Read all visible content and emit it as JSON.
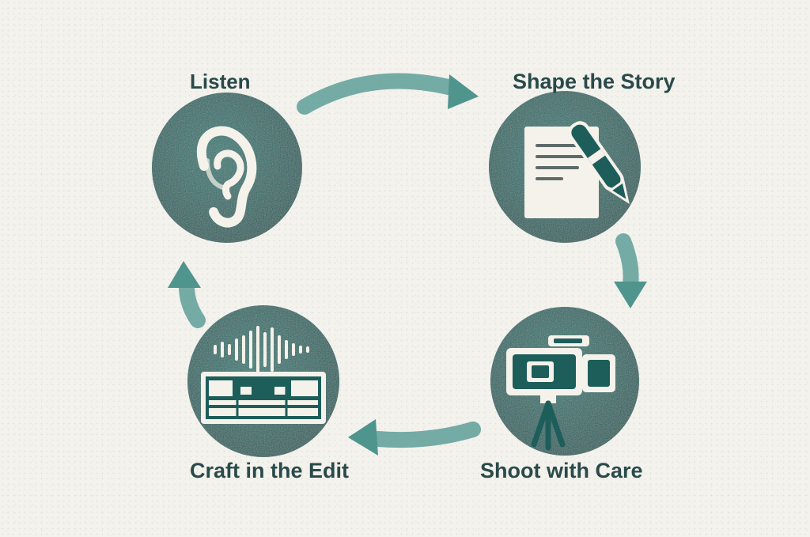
{
  "steps": [
    {
      "label": "Listen",
      "icon": "ear-icon"
    },
    {
      "label": "Shape the Story",
      "icon": "document-pen-icon"
    },
    {
      "label": "Shoot with Care",
      "icon": "video-camera-icon"
    },
    {
      "label": "Craft in the Edit",
      "icon": "audio-timeline-icon"
    }
  ],
  "colors": {
    "circle": "#1f6b67",
    "circle_dark": "#17504f",
    "arrow": "#5e9f98",
    "label": "#2a4a4a",
    "background": "#f3f2ed",
    "icon": "#f4f2ea"
  }
}
